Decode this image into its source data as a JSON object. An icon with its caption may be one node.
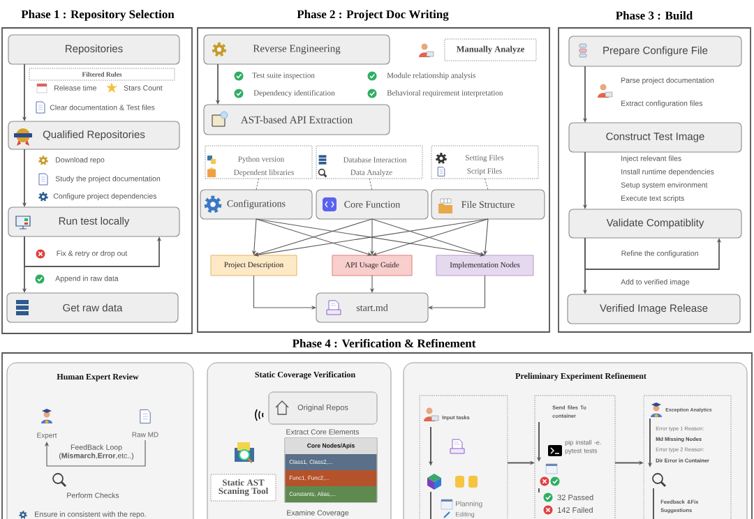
{
  "diagram": {
    "nodes": [
      {
        "text": [
          "Phase 1 : Repository Selection"
        ]
      },
      {
        "text": [
          "Repositories"
        ],
        "in": 0
      },
      {
        "text": [
          "Filtered Rules"
        ],
        "in": 0
      },
      {
        "text": [
          "Qualified Repositories"
        ],
        "in": 0
      },
      {
        "text": [
          "Run test locally"
        ],
        "in": 0
      },
      {
        "text": [
          "Get raw data"
        ],
        "in": 0
      },
      {
        "text": [
          "Phase 2 : Project Doc Writing"
        ]
      },
      {
        "text": [
          "Reverse Engineering"
        ],
        "in": 6
      },
      {
        "text": [
          "Manually Analyze"
        ],
        "in": 6
      },
      {
        "text": [
          "AST-based API Extraction"
        ],
        "in": 6
      },
      {
        "text": [
          "Python version",
          "Dependent libraries"
        ],
        "in": 6
      },
      {
        "text": [
          "Database Interaction",
          "Data Analyze"
        ],
        "in": 6
      },
      {
        "text": [
          "Setting Files",
          "Script Files"
        ],
        "in": 6
      },
      {
        "text": [
          "Configurations"
        ],
        "in": 6
      },
      {
        "text": [
          "Core Function"
        ],
        "in": 6
      },
      {
        "text": [
          "File Structure"
        ],
        "in": 6
      },
      {
        "text": [
          "Project Description"
        ],
        "in": 6
      },
      {
        "text": [
          "API Usage Guide"
        ],
        "in": 6
      },
      {
        "text": [
          "Implementation Nodes"
        ],
        "in": 6
      },
      {
        "text": [
          "start.md"
        ],
        "in": 6
      },
      {
        "text": [
          "Phase 3 : Build"
        ]
      },
      {
        "text": [
          "Prepare Configure File"
        ],
        "in": 20
      },
      {
        "text": [
          "Construct Test Image"
        ],
        "in": 20
      },
      {
        "text": [
          "Validate Compatiblity"
        ],
        "in": 20
      },
      {
        "text": [
          "Verified Image Release"
        ],
        "in": 20
      },
      {
        "text": [
          "Phase 4 : Verification & Refinement"
        ]
      },
      {
        "text": [
          "Human Expert Review"
        ],
        "in": 25
      },
      {
        "text": [
          "Expert"
        ],
        "in": 26
      },
      {
        "text": [
          "Raw MD"
        ],
        "in": 26
      },
      {
        "text": [
          "Static Coverage Verification"
        ],
        "in": 25
      },
      {
        "text": [
          "Original Repos"
        ],
        "in": 29
      },
      {
        "text": [
          "Static AST Scaning Tool"
        ],
        "in": 29
      },
      {
        "text": [
          "Core Nodes/Apis",
          "Class1, Class2,...",
          "Func1, Func2,...",
          "Constants, Alias,..."
        ],
        "in": 29
      },
      {
        "text": [
          "Preliminary Experiment Refinement"
        ],
        "in": 25
      },
      {
        "text": [
          "Input tasks",
          "Planning",
          "Editing"
        ],
        "in": 33
      },
      {
        "text": [
          "Send files To container",
          "pip install -e. pytest tests",
          "32 Passed",
          "142 Failed"
        ],
        "in": 33
      },
      {
        "text": [
          "Exception Analytics",
          "Error type 1 Reason:",
          "Md Missing Nodes",
          "Error type 2 Reason:",
          "Dir Error in Container",
          "Feedback &Fix Suggestions"
        ],
        "in": 33
      }
    ],
    "edges": [
      {
        "from": 1,
        "to": 3,
        "arrow": "to"
      },
      {
        "from": 3,
        "to": 4,
        "arrow": "to"
      },
      {
        "from": 4,
        "to": 4,
        "arrow": "to",
        "label": "Fix & retry or drop out"
      },
      {
        "from": 4,
        "to": 5,
        "arrow": "to"
      },
      {
        "from": 7,
        "to": 9,
        "arrow": "to"
      },
      {
        "from": 10,
        "to": 13,
        "arrow": "none",
        "style": "dashed"
      },
      {
        "from": 11,
        "to": 14,
        "arrow": "none",
        "style": "dashed"
      },
      {
        "from": 12,
        "to": 15,
        "arrow": "none",
        "style": "dashed"
      },
      {
        "from": 13,
        "to": 16,
        "arrow": "to"
      },
      {
        "from": 13,
        "to": 17,
        "arrow": "to"
      },
      {
        "from": 13,
        "to": 18,
        "arrow": "to"
      },
      {
        "from": 14,
        "to": 16,
        "arrow": "to"
      },
      {
        "from": 14,
        "to": 17,
        "arrow": "to"
      },
      {
        "from": 14,
        "to": 18,
        "arrow": "to"
      },
      {
        "from": 15,
        "to": 16,
        "arrow": "to"
      },
      {
        "from": 15,
        "to": 17,
        "arrow": "to"
      },
      {
        "from": 15,
        "to": 18,
        "arrow": "to"
      },
      {
        "from": 16,
        "to": 19,
        "arrow": "to"
      },
      {
        "from": 17,
        "to": 19,
        "arrow": "to"
      },
      {
        "from": 18,
        "to": 19,
        "arrow": "to"
      },
      {
        "from": 21,
        "to": 22,
        "arrow": "to"
      },
      {
        "from": 22,
        "to": 23,
        "arrow": "to"
      },
      {
        "from": 23,
        "to": 23,
        "arrow": "to",
        "label": "Refine the configuration"
      },
      {
        "from": 23,
        "to": 24,
        "arrow": "to"
      },
      {
        "from": 28,
        "to": 27,
        "arrow": "to",
        "label": "FeedBack Loop (**Mismarch**,**Error**,etc..)"
      },
      {
        "from": 34,
        "to": 35,
        "arrow": "to"
      },
      {
        "from": 35,
        "to": 36,
        "arrow": "to"
      }
    ],
    "labels": [
      "Release time",
      "Stars Count",
      "Clear documentation & Test files",
      "Download repo",
      "Study the project documentation",
      "Configure project dependencies",
      "Append in raw data",
      "Test suite inspection",
      "Module relationship analysis",
      "Dependency identification",
      "Behavioral requirement interpretation",
      "Parse project documentation",
      "Extract configuration files",
      "Inject relevant files",
      "Install runtime dependencies",
      "Setup system environment",
      "Execute text scripts",
      "Add to verified image",
      "Perform Checks",
      "Ensure in consistent with the repo.",
      "Extract Core Elements",
      "Examine Coverage"
    ]
  }
}
